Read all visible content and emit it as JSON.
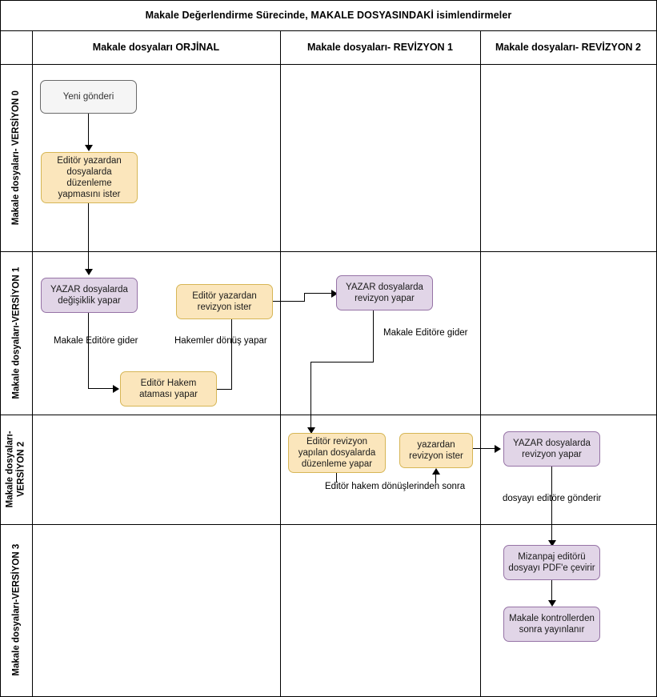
{
  "title": "Makale Değerlendirme Sürecinde, MAKALE DOSYASINDAKİ isimlendirmeler",
  "columns": [
    {
      "label": "Makale dosyaları ORJİNAL"
    },
    {
      "label": "Makale dosyaları- REVİZYON 1"
    },
    {
      "label": "Makale dosyaları- REVİZYON 2"
    }
  ],
  "rows": [
    {
      "label": "Makale dosyaları- VERSİYON 0"
    },
    {
      "label": "Makale dosyaları-VERSİYON 1"
    },
    {
      "label": "Makale dosyaları-\nVERSİYON 2"
    },
    {
      "label": "Makale dosyaları-VERSİYON 3"
    }
  ],
  "nodes": {
    "new_submission": "Yeni gönderi",
    "editor_requests_edit": "Editör yazardan dosyalarda düzenleme yapmasını ister",
    "author_makes_changes": "YAZAR dosyalarda değişiklik yapar",
    "editor_assigns_referee": "Editör Hakem ataması yapar",
    "editor_requests_revision": "Editör yazardan revizyon ister",
    "author_revision_r1": "YAZAR dosyalarda revizyon yapar",
    "editor_edits_revised": "Editör revizyon yapılan dosyalarda düzenleme yapar",
    "requests_revision_from_author": "yazardan revizyon ister",
    "author_revision_r2": "YAZAR dosyalarda revizyon yapar",
    "layout_editor_pdf": "Mizanpaj editörü dosyayı PDF'e çevirir",
    "published_after_checks": "Makale kontrollerden sonra yayınlanır"
  },
  "edge_labels": {
    "to_editor_1": "Makale Editöre gider",
    "referee_returns": "Hakemler dönüş yapar",
    "to_editor_2": "Makale Editöre gider",
    "after_referee_returns": "Editör hakem dönüşlerinden sonra",
    "send_file_to_editor": "dosyayı editöre gönderir"
  },
  "colors": {
    "editor_fill": "#fbe6bc",
    "editor_stroke": "#d6b656",
    "author_fill": "#e1d5e7",
    "author_stroke": "#9673a6",
    "start_fill": "#f5f5f5",
    "start_stroke": "#6a6a6a",
    "line": "#000000"
  }
}
